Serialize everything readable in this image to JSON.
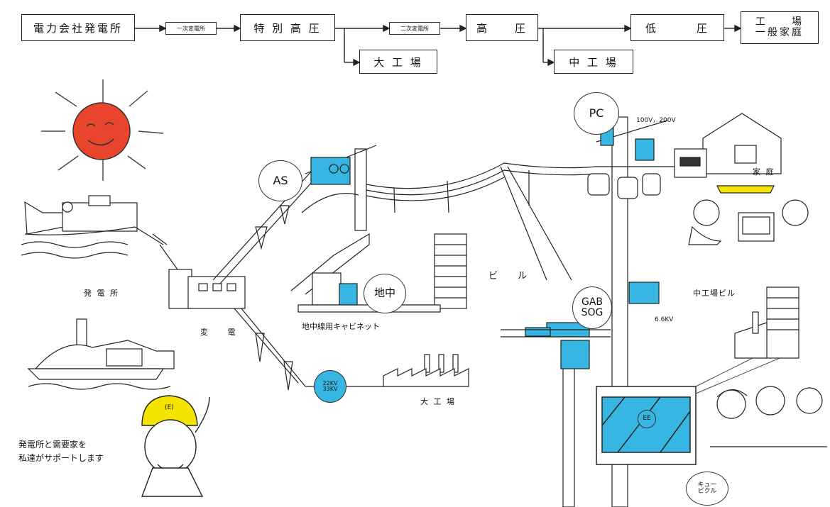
{
  "flow": {
    "power_company": "電力会社発電所",
    "primary_substation": "一次変電所",
    "extra_high_voltage": "特 別 高 圧",
    "large_factory": "大 工 場",
    "secondary_substation": "二次変電所",
    "high_voltage": "高　　圧",
    "medium_factory": "中 工 場",
    "low_voltage": "低　　　圧",
    "end_users_line1": "工　　場",
    "end_users_line2": "一般家庭"
  },
  "labels": {
    "as_switch": "AS",
    "pc": "PC",
    "voltage_home": "100V，200V",
    "home": "家 庭",
    "underground": "地中",
    "building": "ビ ル",
    "power_plant": "発 電 所",
    "substation": "変 電",
    "underground_cabinet": "地中線用キャビネット",
    "voltage_22kv": "22KV 33KV",
    "large_factory_scene": "大 工 場",
    "gab_line1": "GAB",
    "gab_line2": "SOG",
    "medium_factory_building": "中工場ビル",
    "voltage_6kv": "6.6KV",
    "cubicle_line1": "キュー",
    "cubicle_line2": "ビクル",
    "mascot_badge": "(E)",
    "cubicle_badge": "EE",
    "tagline_line1": "発電所と需要家を",
    "tagline_line2": "私達がサポートします"
  },
  "colors": {
    "sun": "#e8452c",
    "equipment_blue": "#38b6e3",
    "helmet": "#f5e400",
    "line": "#222222"
  },
  "icons": [
    "sun-icon",
    "power-plant-icon",
    "substation-icon",
    "transmission-tower-icon",
    "utility-pole-icon",
    "house-icon",
    "factory-icon",
    "building-icon",
    "worker-mascot-icon",
    "cubicle-icon"
  ]
}
